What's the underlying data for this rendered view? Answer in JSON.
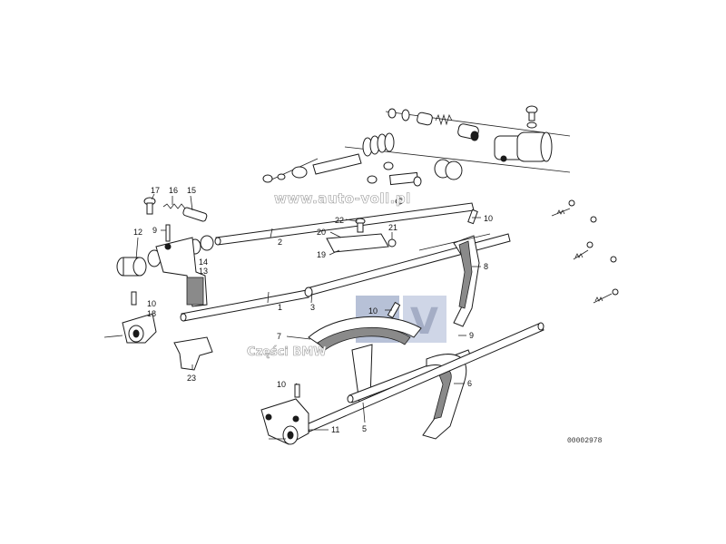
{
  "watermark": {
    "url": "www.auto-voll.pl",
    "brand": "Części BMW",
    "logo_letter": "V",
    "logo_color": "#7d8fb8"
  },
  "diagram_number": "00002978",
  "callouts": [
    "17",
    "16",
    "15",
    "12",
    "9",
    "14",
    "13",
    "2",
    "22",
    "20",
    "21",
    "19",
    "10",
    "8",
    "1",
    "3",
    "10",
    "18",
    "7",
    "10",
    "9",
    "23",
    "6",
    "10",
    "5",
    "11"
  ]
}
